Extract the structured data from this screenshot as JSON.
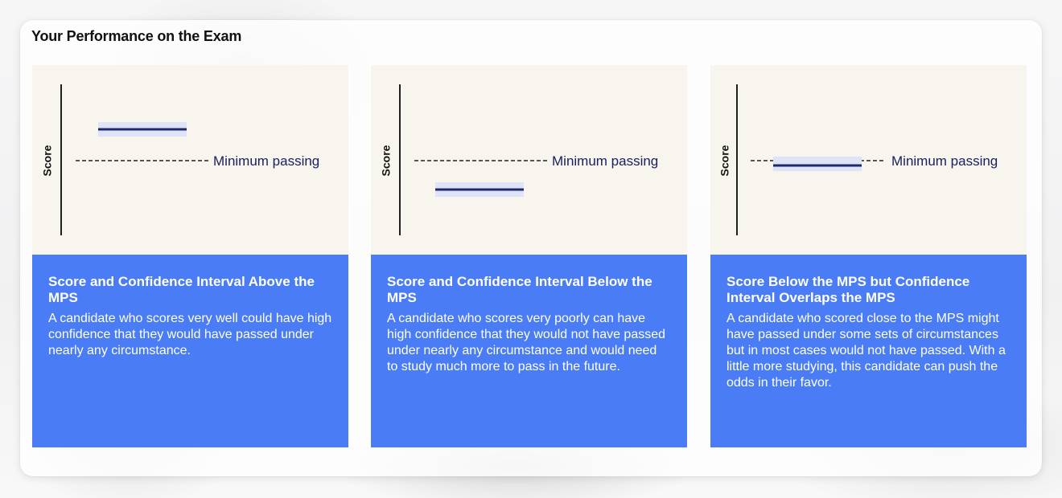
{
  "title": "Your Performance on the Exam",
  "axis_label": "Score",
  "threshold_label": "Minimum passing",
  "panels": [
    {
      "heading": "Score and Confidence Interval Above the MPS",
      "body": "A candidate who scores very well could have high confidence that they would have passed under nearly any circumstance.",
      "score_position": "above"
    },
    {
      "heading": "Score and Confidence Interval Below the MPS",
      "body": "A candidate who scores very poorly can have high confidence that they would not have passed under nearly any circumstance and would need to study much more to pass in the future.",
      "score_position": "below"
    },
    {
      "heading": "Score Below the MPS but Confidence Interval Overlaps the MPS",
      "body": "A candidate who scored close to the MPS might have passed under some sets of circumstances but in most cases would not have passed. With a little more studying, this candidate can push the odds in their favor.",
      "score_position": "overlap"
    }
  ],
  "colors": {
    "plot_background": "#f8f4ee",
    "score_line": "#1f2a6b",
    "confidence_band": "#dfe3f7",
    "info_background": "#4a7cf6",
    "info_text": "#ffffff"
  }
}
